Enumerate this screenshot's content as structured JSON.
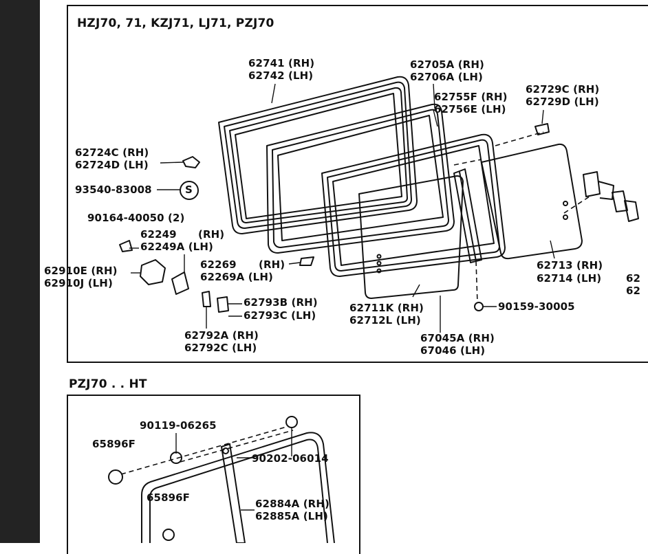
{
  "sections": {
    "top_title": "HZJ70, 71, KZJ71, LJ71, PZJ70",
    "bottom_title": "PZJ70 . . HT"
  },
  "labels": {
    "p62741": "62741 (RH)",
    "p62742": "62742 (LH)",
    "p62705A": "62705A (RH)",
    "p62706A": "62706A (LH)",
    "p62755F": "62755F (RH)",
    "p62756E": "62756E (LH)",
    "p62729C": "62729C (RH)",
    "p62729D": "62729D (LH)",
    "p62724C": "62724C (RH)",
    "p62724D": "62724D (LH)",
    "p93540": "93540-83008",
    "s_mark": "S",
    "p90164": "90164-40050 (2)",
    "p62249": "62249",
    "p62249_rh": "(RH)",
    "p62249A": "62249A (LH)",
    "p62910E": "62910E (RH)",
    "p62910J": "62910J (LH)",
    "p62269": "62269",
    "p62269_rh": "(RH)",
    "p62269A": "62269A (LH)",
    "p62793B": "62793B (RH)",
    "p62793C": "62793C (LH)",
    "p62792A": "62792A (RH)",
    "p62792C": "62792C (LH)",
    "p62711K": "62711K (RH)",
    "p62712L": "62712L (LH)",
    "p67045A": "67045A (RH)",
    "p67046": "67046   (LH)",
    "p62713": "62713 (RH)",
    "p62714": "62714 (LH)",
    "p90159": "90159-30005",
    "edge1": "62",
    "edge2": "62",
    "b90119": "90119-06265",
    "b65896F_1": "65896F",
    "b90202": "90202-06014",
    "b65896F_2": "65896F",
    "b62884A": "62884A (RH)",
    "b62885A": "62885A (LH)"
  }
}
